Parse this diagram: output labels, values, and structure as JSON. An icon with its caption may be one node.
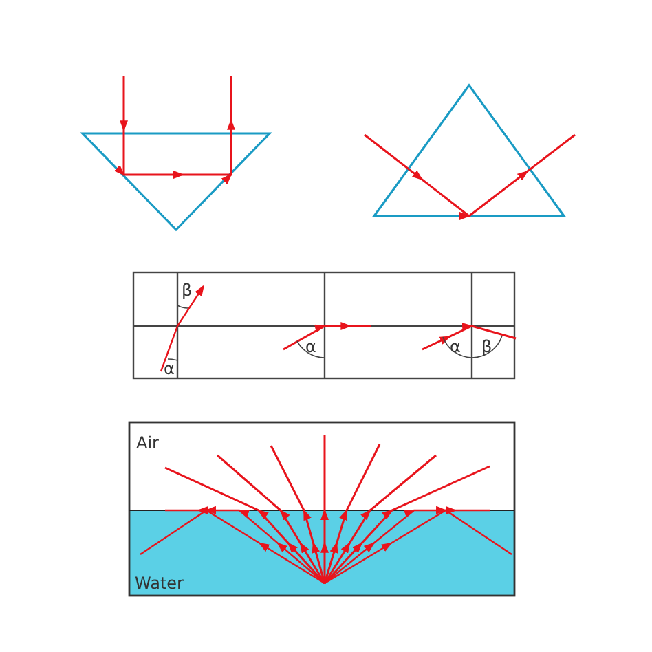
{
  "diagram": {
    "labels": [
      "β",
      "α",
      "α",
      "α",
      "β",
      "Air",
      "Water"
    ]
  }
}
